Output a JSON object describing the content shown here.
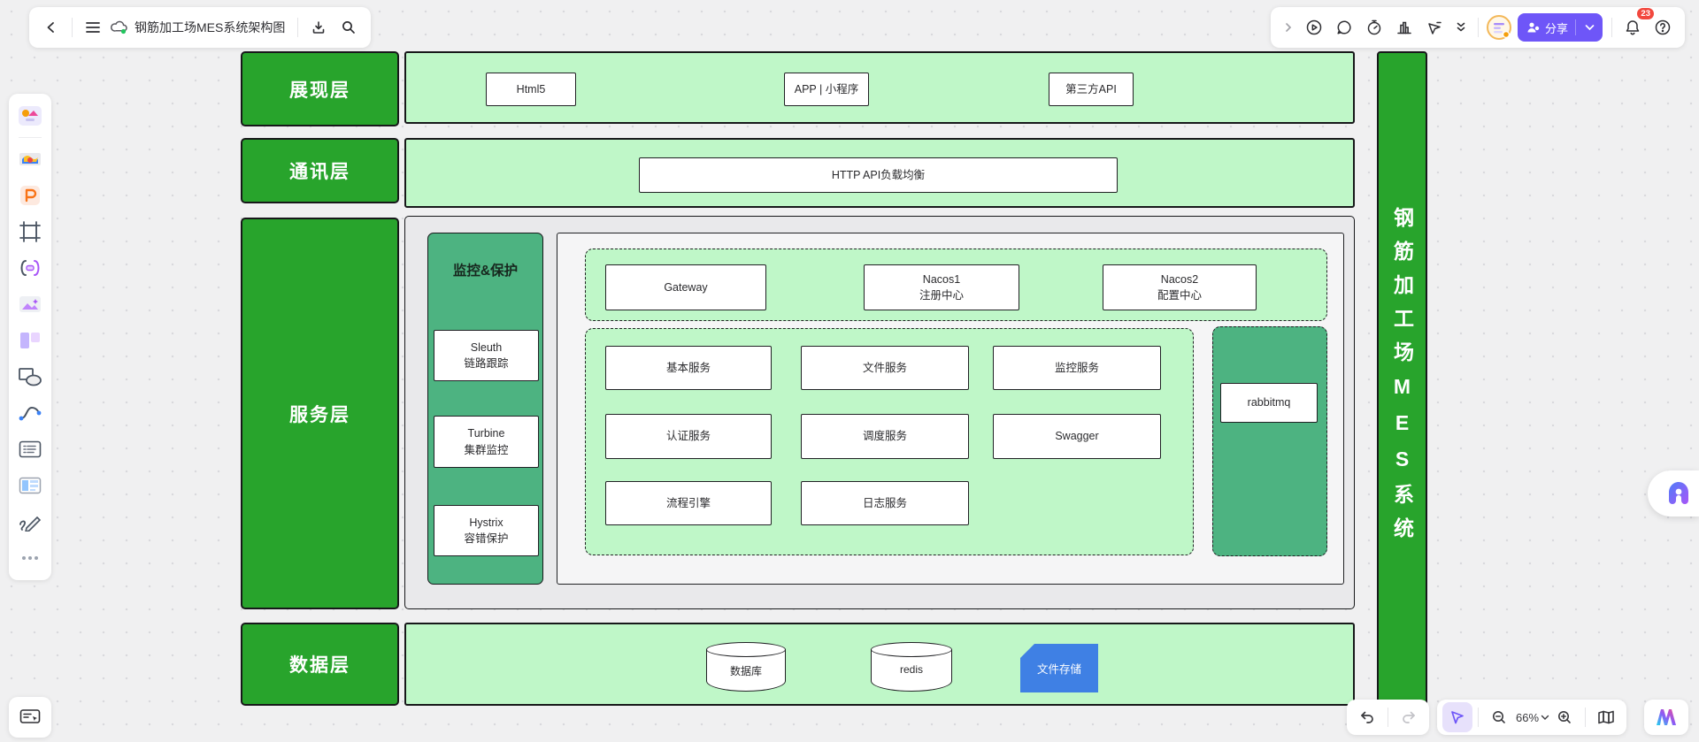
{
  "header": {
    "title": "钢筋加工场MES系统架构图"
  },
  "toolbar_right": {
    "share_label": "分享",
    "notification_count": "23"
  },
  "footer": {
    "zoom_level": "66%"
  },
  "diagram": {
    "side_title": "钢筋加工场MES系统",
    "presentation": {
      "label": "展现层",
      "boxes": [
        "Html5",
        "APP | 小程序",
        "第三方API"
      ]
    },
    "communication": {
      "label": "通讯层",
      "box": "HTTP API负载均衡"
    },
    "service": {
      "label": "服务层",
      "monitor": {
        "title": "监控&保护",
        "items": [
          [
            "Sleuth",
            "链路跟踪"
          ],
          [
            "Turbine",
            "集群监控"
          ],
          [
            "Hystrix",
            "容错保护"
          ]
        ]
      },
      "registry": [
        [
          "Gateway",
          ""
        ],
        [
          "Nacos1",
          "注册中心"
        ],
        [
          "Nacos2",
          "配置中心"
        ]
      ],
      "services_row1": [
        "基本服务",
        "文件服务",
        "监控服务"
      ],
      "services_row2": [
        "认证服务",
        "调度服务",
        "Swagger"
      ],
      "services_row3": [
        "流程引擎",
        "日志服务"
      ],
      "mq": "rabbitmq"
    },
    "data": {
      "label": "数据层",
      "cylinders": [
        "数据库",
        "redis"
      ],
      "file_store": "文件存储"
    }
  }
}
